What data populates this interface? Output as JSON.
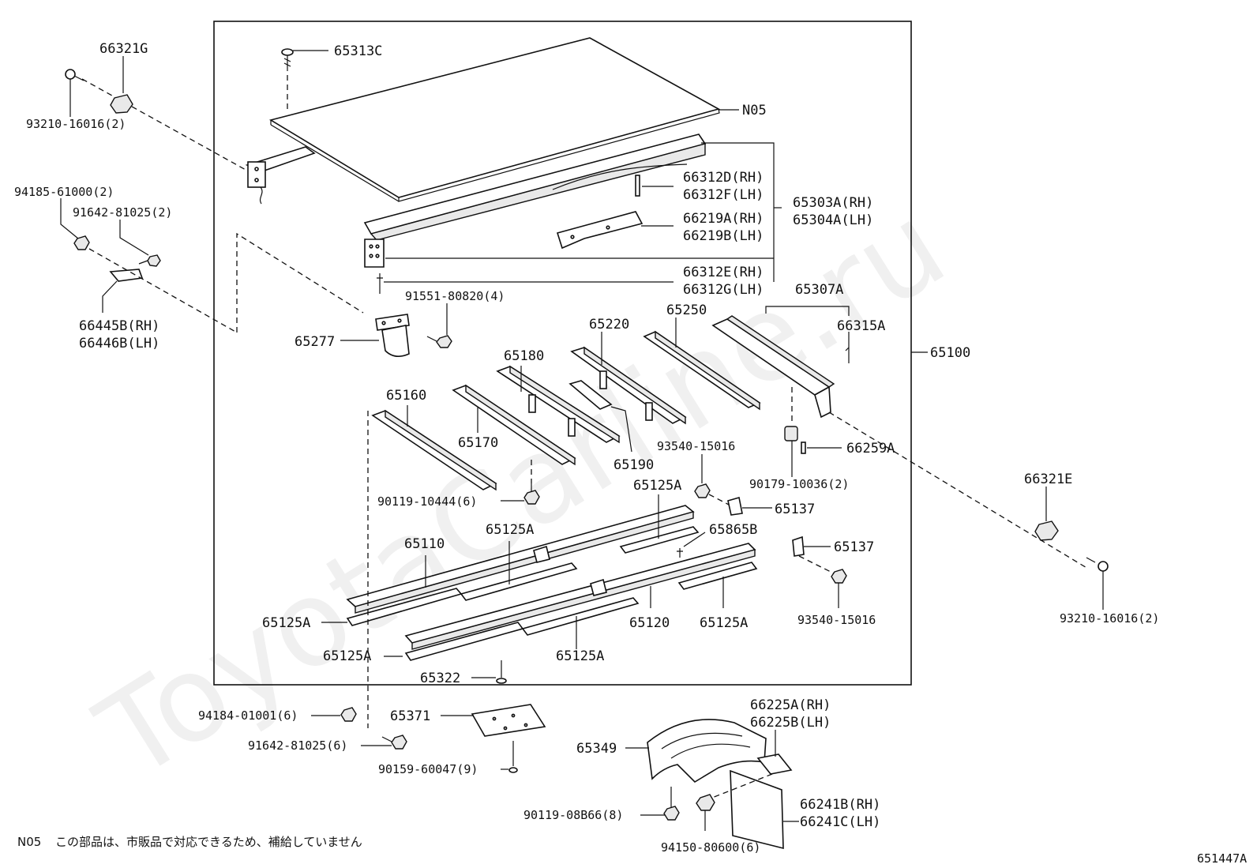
{
  "watermark": "ToyotaCarline.ru",
  "diagram_code": "651447A",
  "note": {
    "code": "N05",
    "text": "この部品は、市販品で対応できるため、補給していません"
  },
  "labels": {
    "p66321G": "66321G",
    "p93210_l": "93210-16016(2)",
    "p94185": "94185-61000(2)",
    "p91642_t": "91642-81025(2)",
    "p66445B": "66445B(RH)",
    "p66446B": "66446B(LH)",
    "p65313C": "65313C",
    "pN05": "N05",
    "p66312D": "66312D(RH)",
    "p66312F": "66312F(LH)",
    "p65303A": "65303A(RH)",
    "p65304A": "65304A(LH)",
    "p66219A": "66219A(RH)",
    "p66219B": "66219B(LH)",
    "p66312E": "66312E(RH)",
    "p66312G": "66312G(LH)",
    "p91551": "91551-80820(4)",
    "p65277": "65277",
    "p65307A": "65307A",
    "p66315A": "66315A",
    "p65250": "65250",
    "p65220": "65220",
    "p65180": "65180",
    "p65160": "65160",
    "p65170": "65170",
    "p65190": "65190",
    "p65100": "65100",
    "p93540_t": "93540-15016",
    "p66259A": "66259A",
    "p90179": "90179-10036(2)",
    "p90119_10444": "90119-10444(6)",
    "p65125A_1": "65125A",
    "p65137_1": "65137",
    "p65125A_2": "65125A",
    "p65865B": "65865B",
    "p65110": "65110",
    "p65137_2": "65137",
    "p65125A_3": "65125A",
    "p65120": "65120",
    "p65125A_4": "65125A",
    "p93540_b": "93540-15016",
    "p65125A_5": "65125A",
    "p65125A_6": "65125A",
    "p65322": "65322",
    "p66321E": "66321E",
    "p93210_r": "93210-16016(2)",
    "p94184": "94184-01001(6)",
    "p65371": "65371",
    "p91642_b": "91642-81025(6)",
    "p90159": "90159-60047(9)",
    "p66225A": "66225A(RH)",
    "p66225B": "66225B(LH)",
    "p65349": "65349",
    "p90119_08B66": "90119-08B66(8)",
    "p66241B": "66241B(RH)",
    "p66241C": "66241C(LH)",
    "p94150": "94150-80600(6)"
  }
}
